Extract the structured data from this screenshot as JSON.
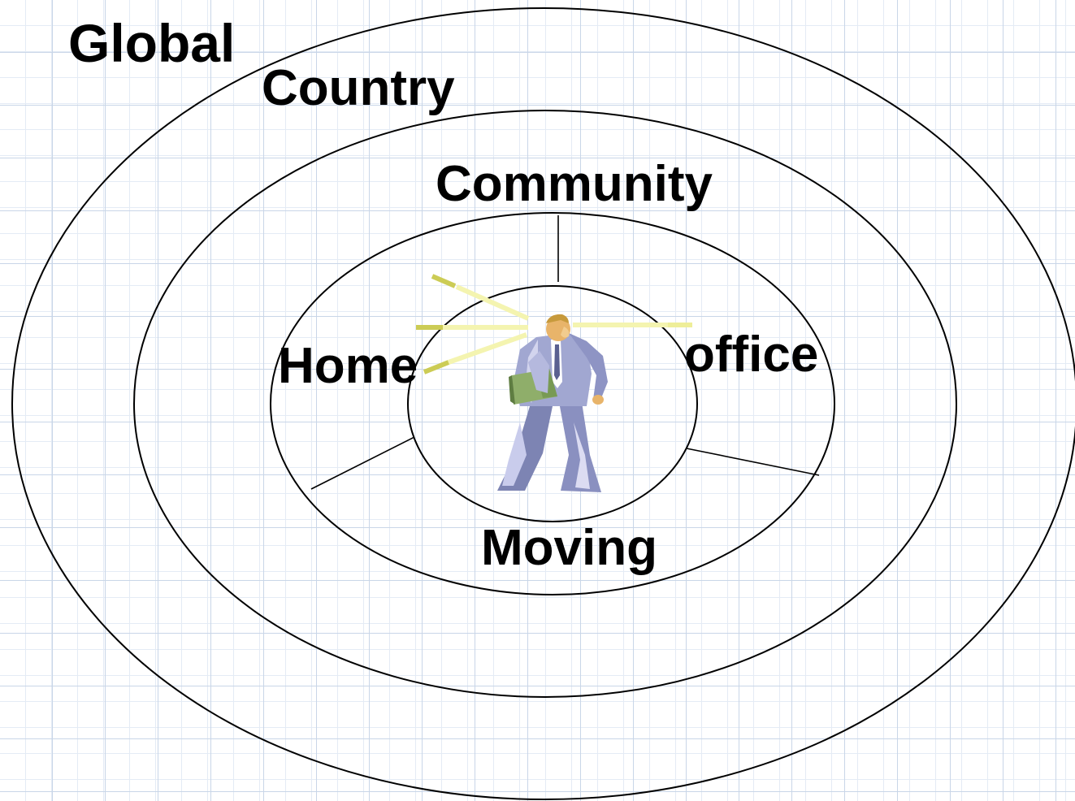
{
  "labels": {
    "global": "Global",
    "country": "Country",
    "community": "Community",
    "home": "Home",
    "office": "office",
    "moving": "Moving"
  },
  "icons": {
    "center": "walking-businessman-icon"
  },
  "colors": {
    "line": "#000000",
    "grid": "#c9d6e8",
    "rays": "#f4f4b0",
    "ray_accent": "#cccc55",
    "suit": "#9aa0c8",
    "folder": "#8fae6a"
  }
}
